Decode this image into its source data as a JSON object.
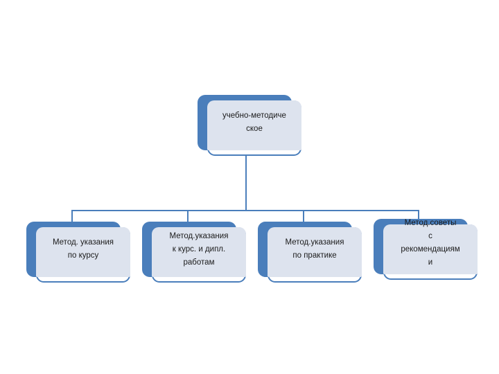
{
  "diagram": {
    "title": "organizational-hierarchy",
    "type": "org-chart",
    "background_color": "#ffffff",
    "node_fill_color": "#dde3ee",
    "node_border_color": "#4a7ebb",
    "node_shadow_color": "#4a7ebb",
    "connector_color": "#4a7ebb",
    "text_color": "#1a1a1a",
    "root": {
      "label": "учебно-методиче\nское",
      "line_count": 2
    },
    "children": [
      {
        "label": "Метод. указания\nпо курсу",
        "line_count": 2
      },
      {
        "label": "Метод.указания\nк курс. и дипл.\nработам",
        "line_count": 3
      },
      {
        "label": "Метод.указания\nпо практике",
        "line_count": 2
      },
      {
        "label": "Метод.советы\nс\nрекомендациям\nи",
        "line_count": 4
      }
    ]
  }
}
